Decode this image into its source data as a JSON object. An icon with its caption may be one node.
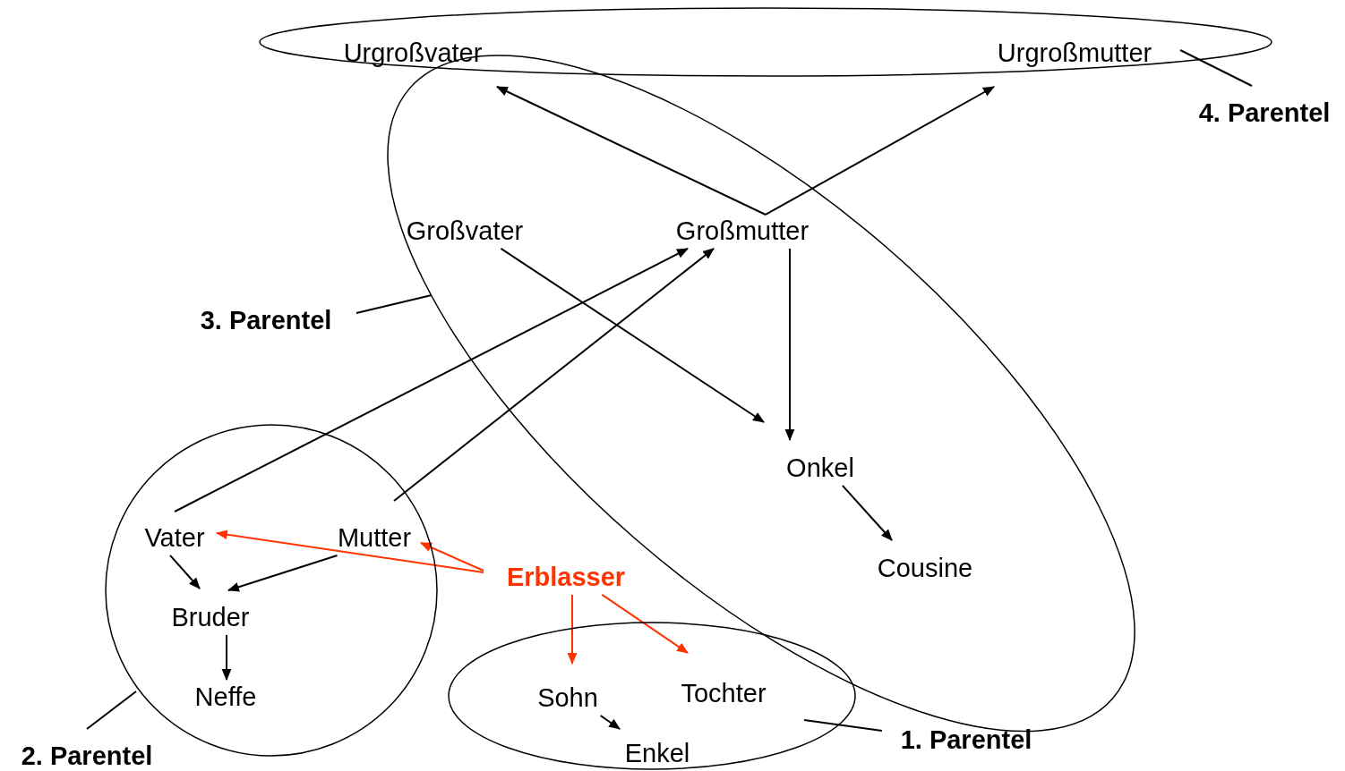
{
  "diagram": {
    "nodes": [
      {
        "text": [],
        "shape": "ellipse"
      },
      {
        "text": [
          "Urgroßvater"
        ],
        "in": 0
      },
      {
        "text": [
          "Urgroßmutter"
        ],
        "in": 0
      },
      {
        "text": [
          "4. Parentel"
        ]
      },
      {
        "text": [],
        "shape": "ellipse"
      },
      {
        "text": [
          "Großvater"
        ],
        "in": 4
      },
      {
        "text": [
          "Großmutter"
        ],
        "in": 4
      },
      {
        "text": [
          "3. Parentel"
        ]
      },
      {
        "text": [
          "Onkel"
        ],
        "in": 4
      },
      {
        "text": [
          "Cousine"
        ],
        "in": 4
      },
      {
        "text": [],
        "shape": "circle"
      },
      {
        "text": [
          "Vater"
        ],
        "in": 10
      },
      {
        "text": [
          "Mutter"
        ],
        "in": 10
      },
      {
        "text": [
          "Erblasser"
        ]
      },
      {
        "text": [
          "Bruder"
        ],
        "in": 10
      },
      {
        "text": [
          "Neffe"
        ],
        "in": 10
      },
      {
        "text": [],
        "shape": "ellipse"
      },
      {
        "text": [
          "Sohn"
        ],
        "in": 16
      },
      {
        "text": [
          "Tochter"
        ],
        "in": 16
      },
      {
        "text": [
          "Enkel"
        ],
        "in": 16
      },
      {
        "text": [
          "2. Parentel"
        ]
      },
      {
        "text": [
          "1. Parentel"
        ]
      }
    ],
    "edges": [
      {
        "from": 6,
        "to": 1,
        "arrow": "to"
      },
      {
        "from": 6,
        "to": 2,
        "arrow": "to"
      },
      {
        "from": 5,
        "to": 8,
        "arrow": "to"
      },
      {
        "from": 6,
        "to": 8,
        "arrow": "to"
      },
      {
        "from": 8,
        "to": 9,
        "arrow": "to"
      },
      {
        "from": 11,
        "to": 6,
        "arrow": "to"
      },
      {
        "from": 12,
        "to": 6,
        "arrow": "to"
      },
      {
        "from": 11,
        "to": 14,
        "arrow": "to"
      },
      {
        "from": 12,
        "to": 14,
        "arrow": "to"
      },
      {
        "from": 14,
        "to": 15,
        "arrow": "to"
      },
      {
        "from": 13,
        "to": 11,
        "arrow": "to",
        "color": "#ff3300"
      },
      {
        "from": 13,
        "to": 12,
        "arrow": "to",
        "color": "#ff3300"
      },
      {
        "from": 13,
        "to": 17,
        "arrow": "to",
        "color": "#ff3300"
      },
      {
        "from": 13,
        "to": 18,
        "arrow": "to",
        "color": "#ff3300"
      },
      {
        "from": 17,
        "to": 19,
        "arrow": "to"
      },
      {
        "from": 3,
        "to": 0,
        "arrow": "none"
      },
      {
        "from": 7,
        "to": 4,
        "arrow": "none"
      },
      {
        "from": 20,
        "to": 10,
        "arrow": "none"
      },
      {
        "from": 21,
        "to": 16,
        "arrow": "none"
      }
    ]
  }
}
